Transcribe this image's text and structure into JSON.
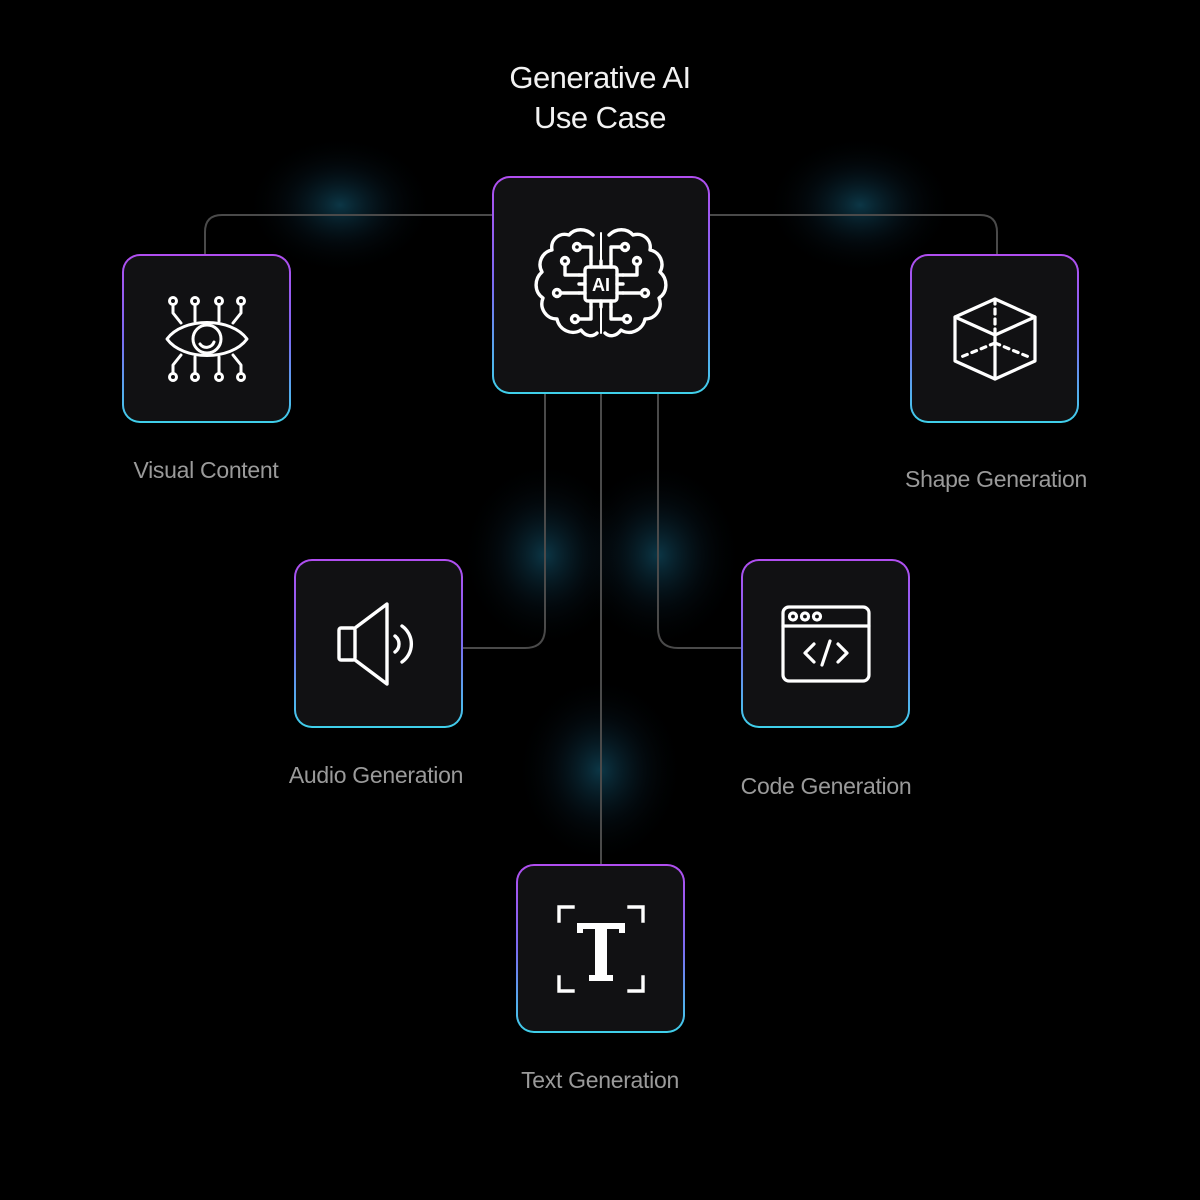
{
  "title": {
    "line1": "Generative AI",
    "line2": "Use Case"
  },
  "center_node": {
    "icon": "ai-brain-chip-icon",
    "chip_text": "AI"
  },
  "nodes": [
    {
      "id": "visual",
      "label": "Visual Content",
      "icon": "eye-circuit-icon"
    },
    {
      "id": "shape",
      "label": "Shape Generation",
      "icon": "cube-icon"
    },
    {
      "id": "audio",
      "label": "Audio Generation",
      "icon": "speaker-icon"
    },
    {
      "id": "code",
      "label": "Code Generation",
      "icon": "code-window-icon"
    },
    {
      "id": "text",
      "label": "Text Generation",
      "icon": "text-frame-icon"
    }
  ],
  "colors": {
    "background": "#000000",
    "card": "#111113",
    "border_top": "#b14ef0",
    "border_bottom": "#3fd0ea",
    "accent": "#3fd0ea",
    "connector": "#4a4a4a"
  }
}
